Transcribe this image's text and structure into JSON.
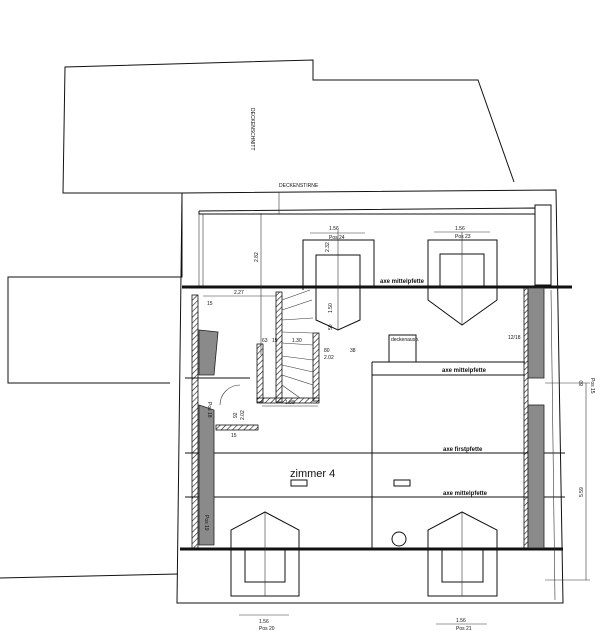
{
  "labels": {
    "deckenschnitt": "DECKENSCHNITT",
    "deckenstirne": "DECKENSTIRNE",
    "room_name": "zimmer 4",
    "axe_mittelpfette": "axe mittelpfette",
    "axe_firstpfette": "axe firstpfette",
    "deckenausp": "deckenausp.",
    "ceiling_arrow": "↑"
  },
  "dimensions": {
    "top_depth": "2.82",
    "dormer_top_left_width": "1.56",
    "dormer_top_left_pos": "Pos 24",
    "dormer_top_left_height": "2.32",
    "dormer_top_left_inner": "1.50",
    "dormer_top_left_small": "50",
    "dormer_top_right_width": "1.56",
    "dormer_top_right_pos": "Pos 23",
    "left_span": "2.27",
    "left_small": "15",
    "stair_63": "63",
    "stair_15": "15",
    "stair_130": "1.30",
    "stair_80": "80",
    "stair_202": "2.02",
    "stair_38": "38",
    "stair_bottom": "1.88",
    "door_height": "2.02",
    "door_92": "92",
    "door_15": "15",
    "wall_right": "12/18",
    "right_80": "80",
    "right_pos": "Pos 15",
    "right_total": "5.59",
    "left_pos_upper": "Pos 18",
    "left_pos_lower": "Pos 19",
    "dormer_bottom_left_width": "1.56",
    "dormer_bottom_left_pos": "Pos 20",
    "dormer_bottom_right_width": "1.56",
    "dormer_bottom_right_pos": "Pos 21"
  }
}
